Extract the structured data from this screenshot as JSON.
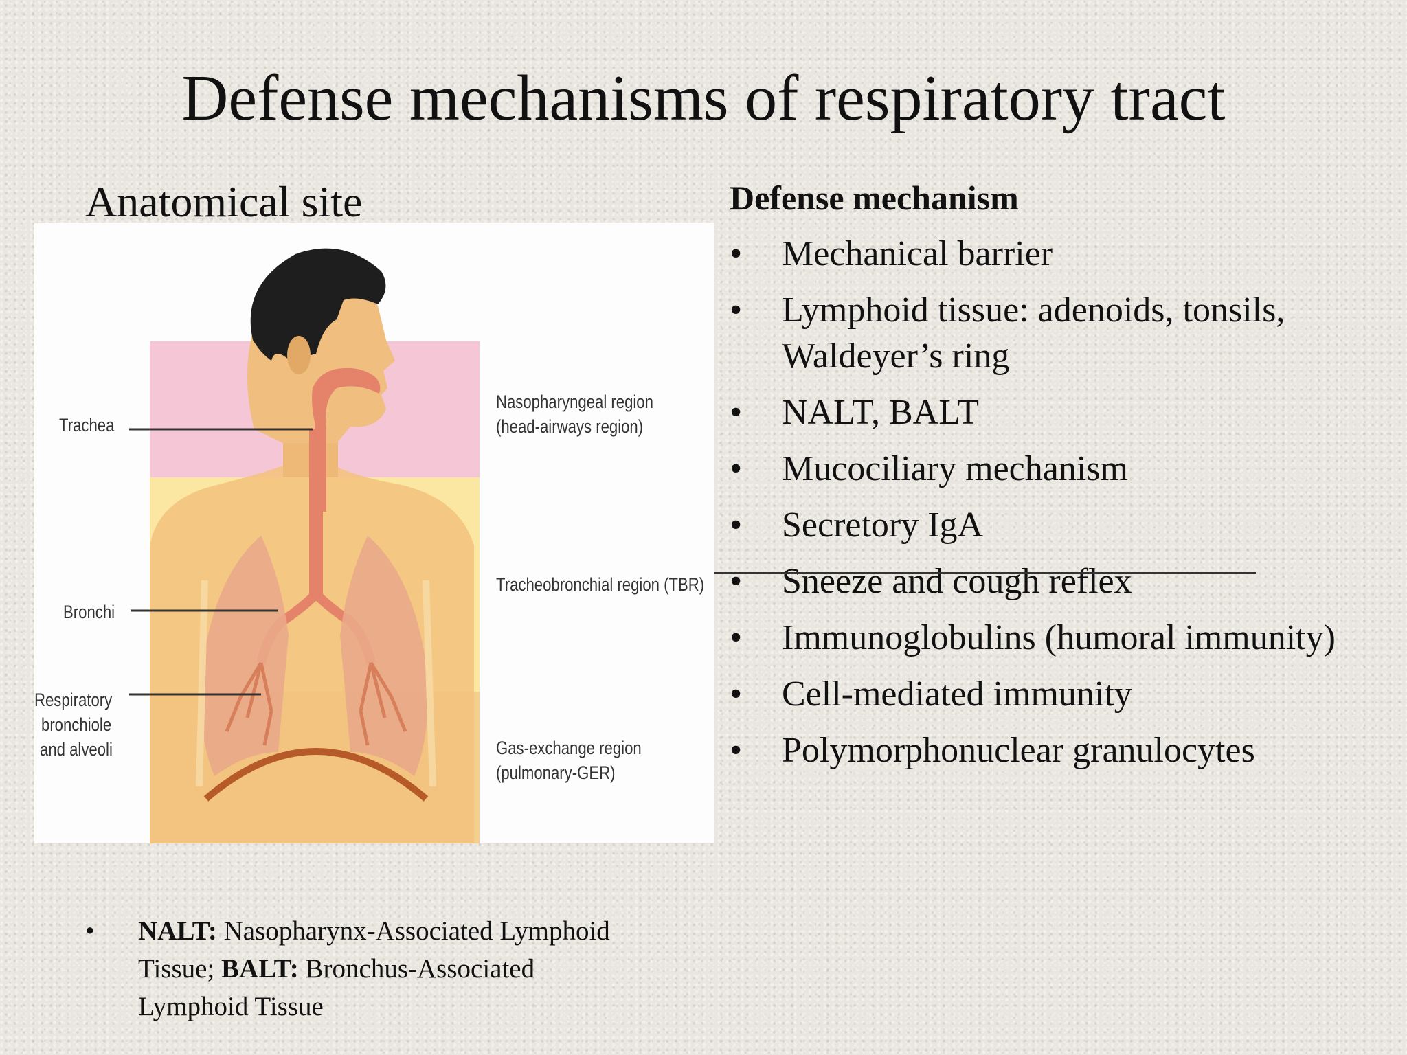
{
  "slide": {
    "title": "Defense mechanisms of respiratory tract",
    "left_heading": "Anatomical site",
    "right_heading": "Defense mechanism"
  },
  "figure": {
    "labels_left": {
      "trachea": "Trachea",
      "bronchi": "Bronchi",
      "respiratory_1": "Respiratory",
      "respiratory_2": "bronchiole",
      "respiratory_3": "and alveoli"
    },
    "labels_right": {
      "naso_1": "Nasopharyngeal region",
      "naso_2": "(head-airways region)",
      "tbr": "Tracheobronchial region (TBR)",
      "gas_1": "Gas-exchange region",
      "gas_2": "(pulmonary-GER)"
    },
    "colors": {
      "nasopharyngeal_band": "#f4c6d6",
      "tracheobronchial_band": "#fbe6a2",
      "gas_exchange_band": "#f5cf8e",
      "skin": "#f2c27c",
      "hair": "#1e1e1e",
      "lungs": "#e9a98a",
      "airway": "#e5836a"
    }
  },
  "defense_mechanisms": [
    {
      "bullet": "•",
      "text": "Mechanical barrier"
    },
    {
      "bullet": "•",
      "text": "Lymphoid tissue: adenoids, tonsils, Waldeyer’s ring"
    },
    {
      "bullet": "•",
      "text": "NALT, BALT"
    },
    {
      "bullet": "•",
      "text": "Mucociliary mechanism"
    },
    {
      "bullet": "•",
      "text": "Secretory IgA"
    },
    {
      "bullet": "•",
      "text": "Sneeze and cough reflex"
    },
    {
      "bullet": "•",
      "text": "Immunoglobulins (humoral immunity)"
    },
    {
      "bullet": "•",
      "text": "Cell-mediated immunity"
    },
    {
      "bullet": "•",
      "text": "Polymorphonuclear granulocytes"
    }
  ],
  "footnote": {
    "bullet": "•",
    "nalt_abbr": "NALT:",
    "nalt_text": " Nasopharynx-Associated Lymphoid Tissue; ",
    "balt_abbr": "BALT:",
    "balt_text": " Bronchus-Associated  Lymphoid Tissue"
  }
}
